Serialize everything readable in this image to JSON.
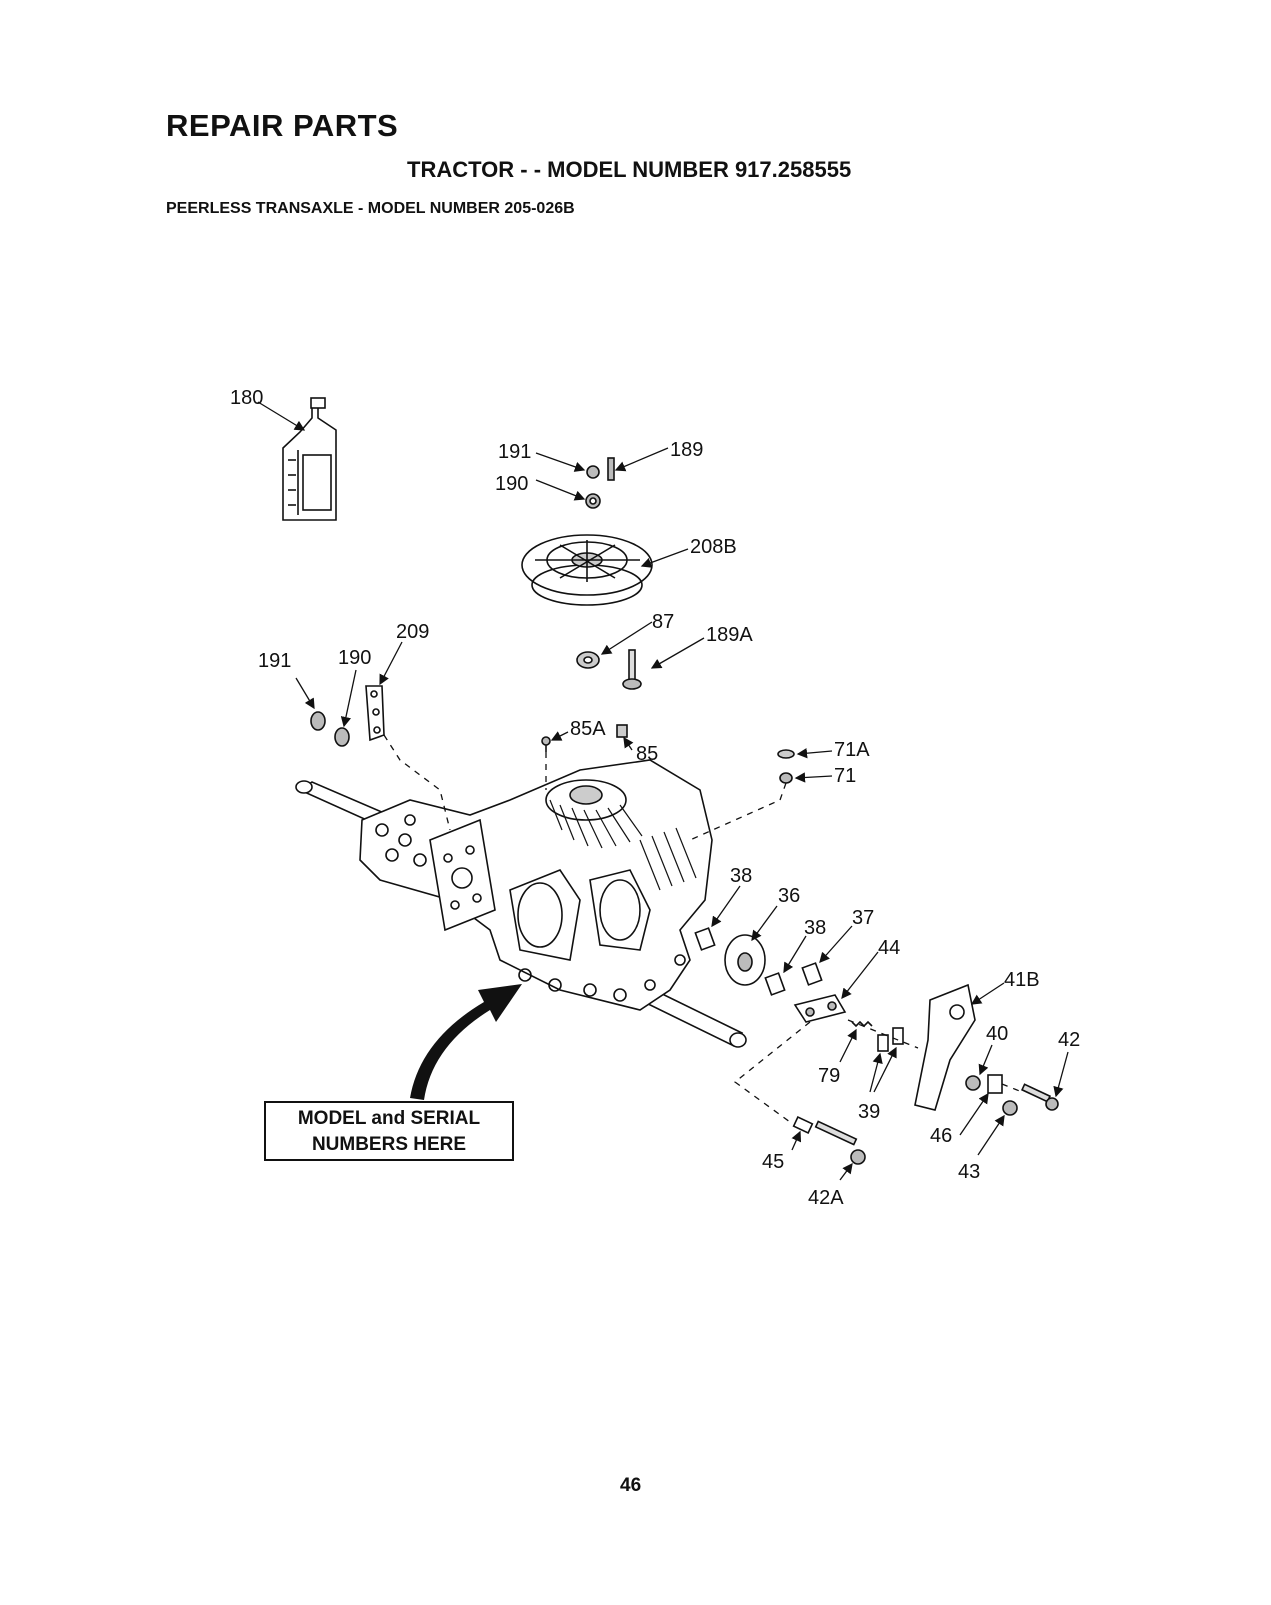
{
  "header": {
    "title": "REPAIR PARTS",
    "tractor_line": "TRACTOR - - MODEL NUMBER 917.258555",
    "transaxle_line": "PEERLESS TRANSAXLE - MODEL NUMBER 205-026B"
  },
  "callout": {
    "line1": "MODEL and SERIAL",
    "line2": "NUMBERS HERE"
  },
  "parts": [
    {
      "id": "p180",
      "label": "180"
    },
    {
      "id": "p191a",
      "label": "191"
    },
    {
      "id": "p189",
      "label": "189"
    },
    {
      "id": "p190a",
      "label": "190"
    },
    {
      "id": "p208b",
      "label": "208B"
    },
    {
      "id": "p209",
      "label": "209"
    },
    {
      "id": "p191b",
      "label": "191"
    },
    {
      "id": "p190b",
      "label": "190"
    },
    {
      "id": "p87",
      "label": "87"
    },
    {
      "id": "p189a",
      "label": "189A"
    },
    {
      "id": "p85a",
      "label": "85A"
    },
    {
      "id": "p85",
      "label": "85"
    },
    {
      "id": "p71a",
      "label": "71A"
    },
    {
      "id": "p71",
      "label": "71"
    },
    {
      "id": "p38a",
      "label": "38"
    },
    {
      "id": "p36",
      "label": "36"
    },
    {
      "id": "p38b",
      "label": "38"
    },
    {
      "id": "p37",
      "label": "37"
    },
    {
      "id": "p44",
      "label": "44"
    },
    {
      "id": "p41b",
      "label": "41B"
    },
    {
      "id": "p40",
      "label": "40"
    },
    {
      "id": "p42",
      "label": "42"
    },
    {
      "id": "p79",
      "label": "79"
    },
    {
      "id": "p39",
      "label": "39"
    },
    {
      "id": "p46",
      "label": "46"
    },
    {
      "id": "p43",
      "label": "43"
    },
    {
      "id": "p45",
      "label": "45"
    },
    {
      "id": "p42a",
      "label": "42A"
    }
  ],
  "footer": {
    "page_number": "46"
  }
}
